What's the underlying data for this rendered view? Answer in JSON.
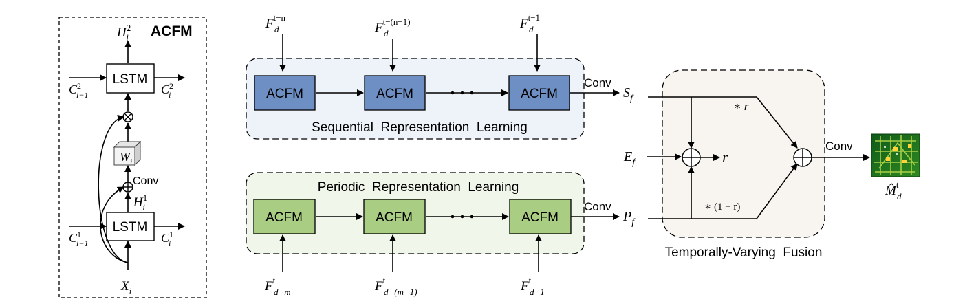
{
  "acfm_panel": {
    "title": "ACFM",
    "lstm_top": "LSTM",
    "lstm_bottom": "LSTM",
    "conv": "Conv",
    "h2": "H",
    "h2_sup": "2",
    "h2_sub": "i",
    "h1": "H",
    "h1_sup": "1",
    "h1_sub": "i",
    "c2_in": "C",
    "c2_in_sup": "2",
    "c2_in_sub": "i−1",
    "c2_out": "C",
    "c2_out_sup": "2",
    "c2_out_sub": "i",
    "c1_in": "C",
    "c1_in_sup": "1",
    "c1_in_sub": "i−1",
    "c1_out": "C",
    "c1_out_sup": "1",
    "c1_out_sub": "i",
    "w": "W",
    "w_sub": "i",
    "x": "X",
    "x_sub": "i"
  },
  "sequential": {
    "label": "Sequential  Representation  Learning",
    "box_label": "ACFM",
    "color": "#6d8fc4",
    "bg": "#eef3fa",
    "inputs": [
      {
        "base": "F",
        "sub": "d",
        "sup": "t−n"
      },
      {
        "base": "F",
        "sub": "d",
        "sup": "t−(n−1)"
      },
      {
        "base": "F",
        "sub": "d",
        "sup": "t−1"
      }
    ],
    "conv": "Conv",
    "output": "S",
    "output_sub": "f"
  },
  "periodic": {
    "label": "Periodic  Representation  Learning",
    "box_label": "ACFM",
    "color": "#a9cd82",
    "bg": "#f1f6ea",
    "inputs": [
      {
        "base": "F",
        "sub": "d−m",
        "sup": "t"
      },
      {
        "base": "F",
        "sub": "d−(m−1)",
        "sup": "t"
      },
      {
        "base": "F",
        "sub": "d−1",
        "sup": "t"
      }
    ],
    "conv": "Conv",
    "output": "P",
    "output_sub": "f"
  },
  "fusion": {
    "label": "Temporally-Varying  Fusion",
    "bg": "#f8f4ef",
    "ef": "E",
    "ef_sub": "f",
    "r": "r",
    "star_r": "∗ r",
    "star_1mr": "∗ (1 − r)",
    "conv": "Conv",
    "out": "M̂",
    "out_sub": "d",
    "out_sup": "t"
  }
}
